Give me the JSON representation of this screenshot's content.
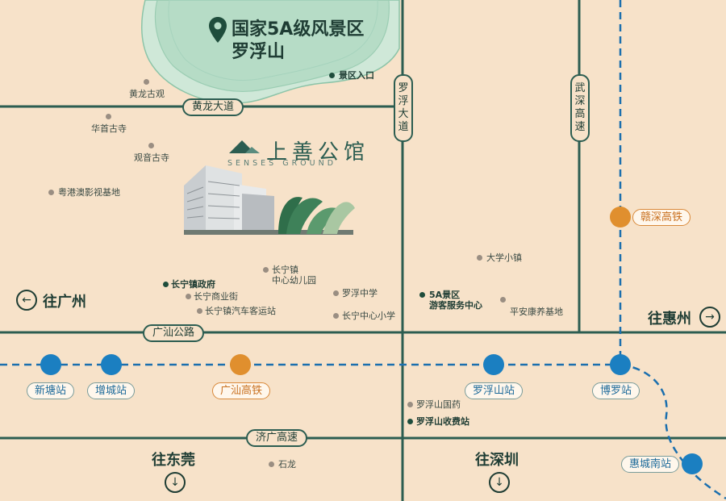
{
  "scenic_area": {
    "title": "国家5A级风景区",
    "subtitle": "罗浮山"
  },
  "brand": {
    "name": "上善公馆",
    "english": "SENSES GROUND"
  },
  "roads": {
    "huanglong": "黄龙大道",
    "luofu": "罗浮大道",
    "wushen": "武深高速",
    "guangshan": "广汕公路",
    "jiguang": "济广高速"
  },
  "pois": {
    "scenic_entrance": "景区入口",
    "huanglong_temple": "黄龙古观",
    "huashou_temple": "华首古寺",
    "guanyin_temple": "观音古寺",
    "film_base": "粤港澳影视基地",
    "changning_gov": "长宁镇政府",
    "changning_street": "长宁商业街",
    "changning_bus": "长宁镇汽车客运站",
    "kindergarten_l1": "长宁镇",
    "kindergarten_l2": "中心幼儿园",
    "luofu_school": "罗浮中学",
    "changning_primary": "长宁中心小学",
    "service_l1": "5A景区",
    "service_l2": "游客服务中心",
    "university_town": "大学小镇",
    "health_base": "平安康养基地",
    "luofu_pharma": "罗浮山国药",
    "toll_station": "罗浮山收费站",
    "shilong": "石龙"
  },
  "stations": {
    "xintang": "新塘站",
    "zengcheng": "增城站",
    "guangshan_hsr": "广汕高铁",
    "luofushan": "罗浮山站",
    "boluo": "博罗站",
    "huicheng_south": "惠城南站",
    "ganshen_hsr": "赣深高铁"
  },
  "directions": {
    "guangzhou": "往广州",
    "huizhou": "往惠州",
    "dongguan": "往东莞",
    "shenzhen": "往深圳"
  },
  "icons": {
    "location_pin": "location-pin-icon",
    "arrow_left": "arrow-left-icon",
    "arrow_right": "arrow-right-icon",
    "arrow_down": "arrow-down-icon"
  },
  "colors": {
    "background": "#f7e2c9",
    "road": "#2c5d51",
    "rail_dash": "#1b6fae",
    "station_blue": "#1b7fc1",
    "station_orange": "#e08f2e",
    "mountain": "#b9ddc9"
  }
}
